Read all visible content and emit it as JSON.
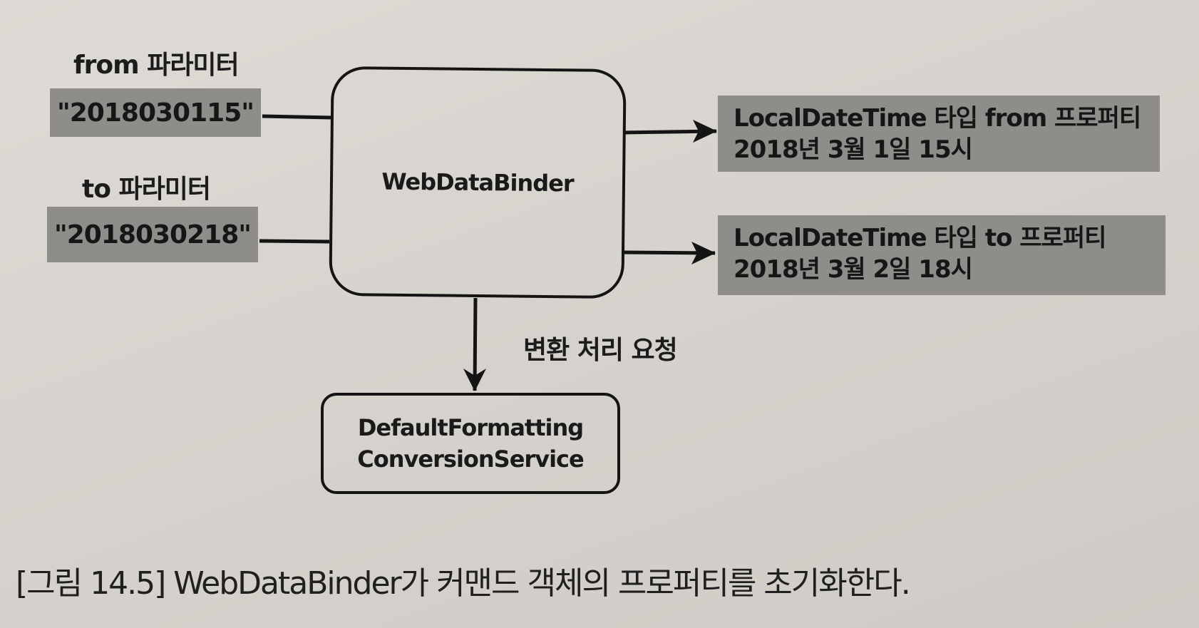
{
  "inputs": {
    "from": {
      "label": "from 파라미터",
      "value": "\"2018030115\""
    },
    "to": {
      "label": "to 파라미터",
      "value": "\"2018030218\""
    }
  },
  "binder": {
    "label": "WebDataBinder"
  },
  "outputs": {
    "from": {
      "line1": "LocalDateTime 타입 from 프로퍼티",
      "line2": "2018년 3월 1일 15시"
    },
    "to": {
      "line1": "LocalDateTime 타입 to 프로퍼티",
      "line2": "2018년 3월 2일 18시"
    }
  },
  "request": {
    "label": "변환 처리 요청"
  },
  "service": {
    "line1": "DefaultFormatting",
    "line2": "ConversionService"
  },
  "caption": {
    "text": "[그림 14.5] WebDataBinder가 커맨드 객체의 프로퍼티를 초기화한다."
  },
  "colors": {
    "paper": "#d8d4cf",
    "box_fill": "#8f8d8a",
    "stroke": "#141414"
  }
}
